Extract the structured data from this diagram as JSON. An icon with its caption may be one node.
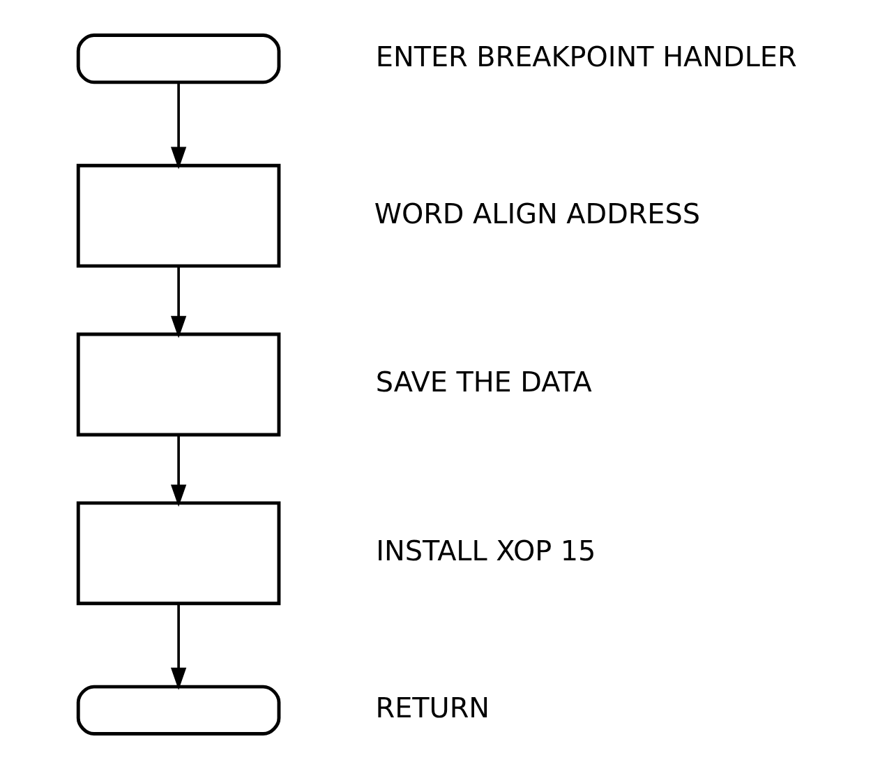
{
  "diagram": {
    "nodes": [
      {
        "text": [],
        "shape": "oval",
        "beside": [
          "ENTER BREAKPOINT HANDLER"
        ]
      },
      {
        "text": [],
        "shape": "box",
        "beside": [
          "WORD ALIGN ADDRESS"
        ]
      },
      {
        "text": [],
        "shape": "box",
        "beside": [
          "SAVE THE DATA"
        ]
      },
      {
        "text": [],
        "shape": "box",
        "beside": [
          "INSTALL XOP 15"
        ]
      },
      {
        "text": [],
        "shape": "oval",
        "beside": [
          "RETURN"
        ]
      }
    ],
    "edges": [
      {
        "from": 0,
        "to": 1,
        "arrow": "to"
      },
      {
        "from": 1,
        "to": 2,
        "arrow": "to"
      },
      {
        "from": 2,
        "to": 3,
        "arrow": "to"
      },
      {
        "from": 3,
        "to": 4,
        "arrow": "to"
      }
    ]
  }
}
